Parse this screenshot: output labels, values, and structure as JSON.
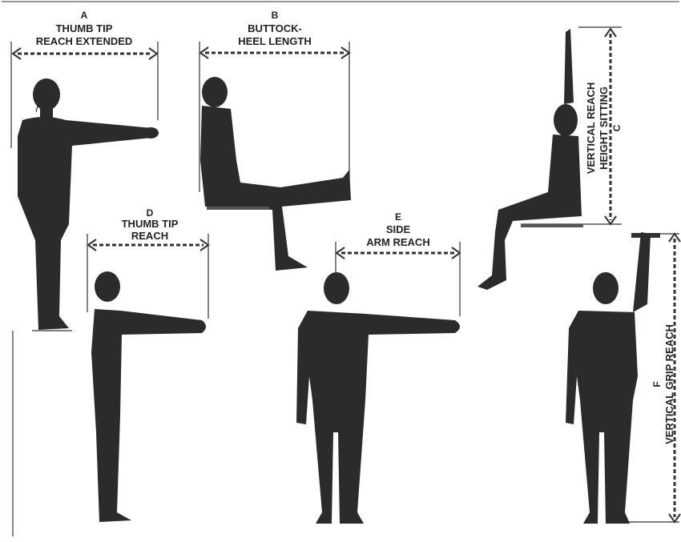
{
  "measurements": [
    {
      "letter": "A",
      "line1": "THUMB TIP",
      "line2": "REACH EXTENDED"
    },
    {
      "letter": "B",
      "line1": "BUTTOCK-",
      "line2": "HEEL LENGTH"
    },
    {
      "letter": "C",
      "line1": "VERTICAL REACH",
      "line2": "HEIGHT SITTING"
    },
    {
      "letter": "D",
      "line1": "THUMB TIP",
      "line2": "REACH"
    },
    {
      "letter": "E",
      "line1": "SIDE",
      "line2": "ARM REACH"
    },
    {
      "letter": "F",
      "line1": "VERTICAL GRIP REACH"
    }
  ],
  "colors": {
    "figure": "#2b2b2b",
    "line": "#333333",
    "background": "#ffffff"
  }
}
